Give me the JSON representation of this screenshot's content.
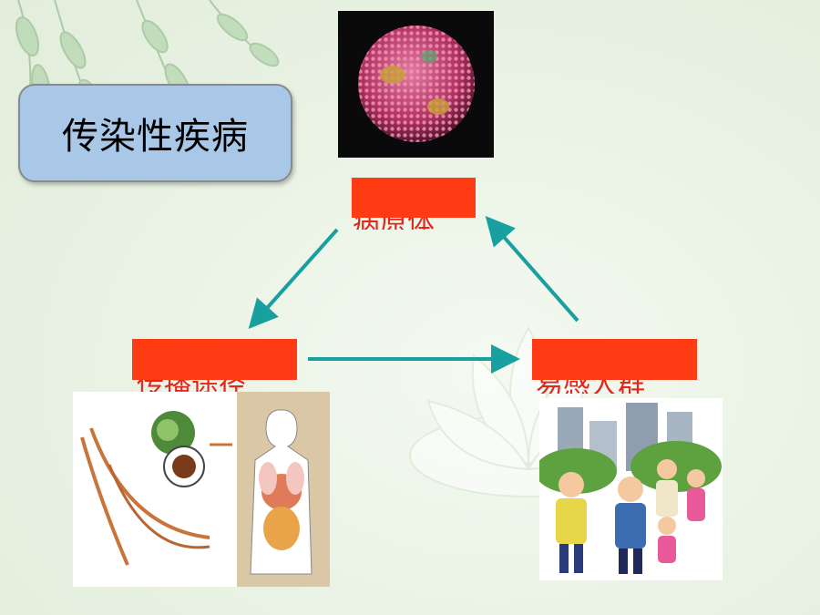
{
  "slide": {
    "title": "传染性疾病",
    "nodes": {
      "pathogen": "病原体",
      "route": "传播途径",
      "susceptible": "易感人群"
    }
  },
  "colors": {
    "arrow": "#18a0a0",
    "label_bar": "#ff3b14",
    "label_text": "#e2261c",
    "title_box": "#a9c7e6"
  },
  "images": {
    "virus": "virus-particle-photo",
    "route": "transmission-route-illustration",
    "crowd": "susceptible-population-illustration"
  }
}
